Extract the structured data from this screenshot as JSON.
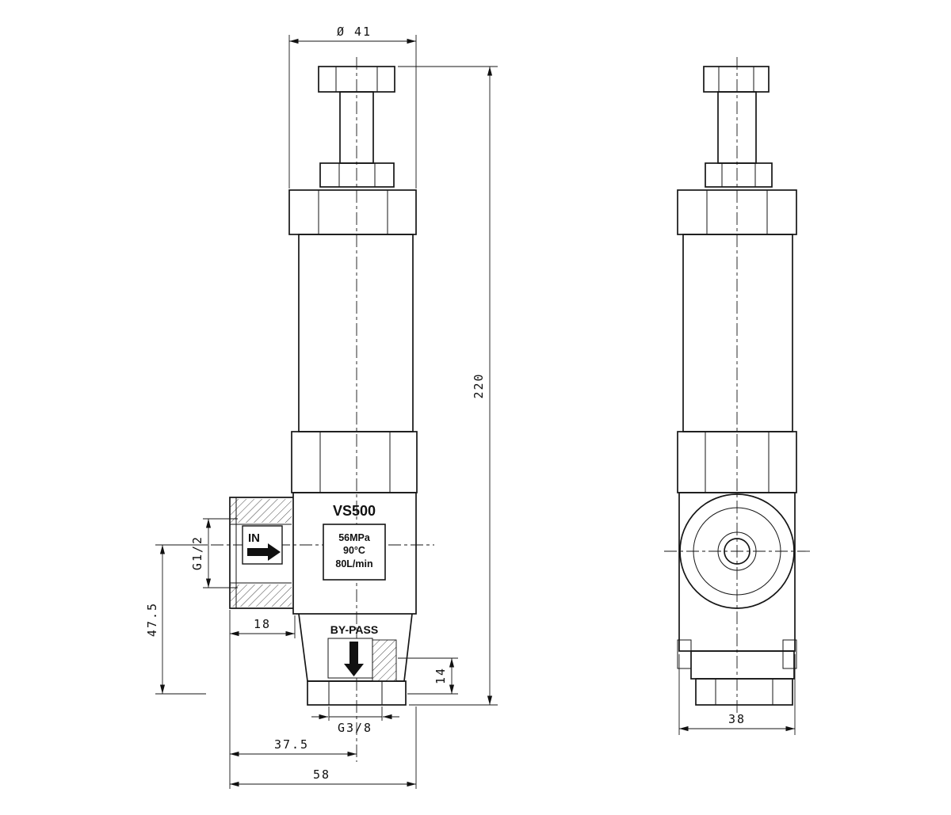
{
  "drawing": {
    "model": "VS500",
    "front": {
      "inlet_label": "IN",
      "bypass_label": "BY-PASS",
      "specs": {
        "pressure": "56MPa",
        "temperature": "90°C",
        "flow": "80L/min"
      }
    },
    "dimensions": {
      "cap_diameter": "Ø 41",
      "overall_height": "220",
      "inlet_thread": "G1/2",
      "inlet_axis_to_base": "47.5",
      "inlet_port_depth": "18",
      "bypass_port_height": "14",
      "outlet_thread": "G3/8",
      "inlet_face_to_axis": "37.5",
      "body_width": "58",
      "side_width": "38"
    }
  }
}
